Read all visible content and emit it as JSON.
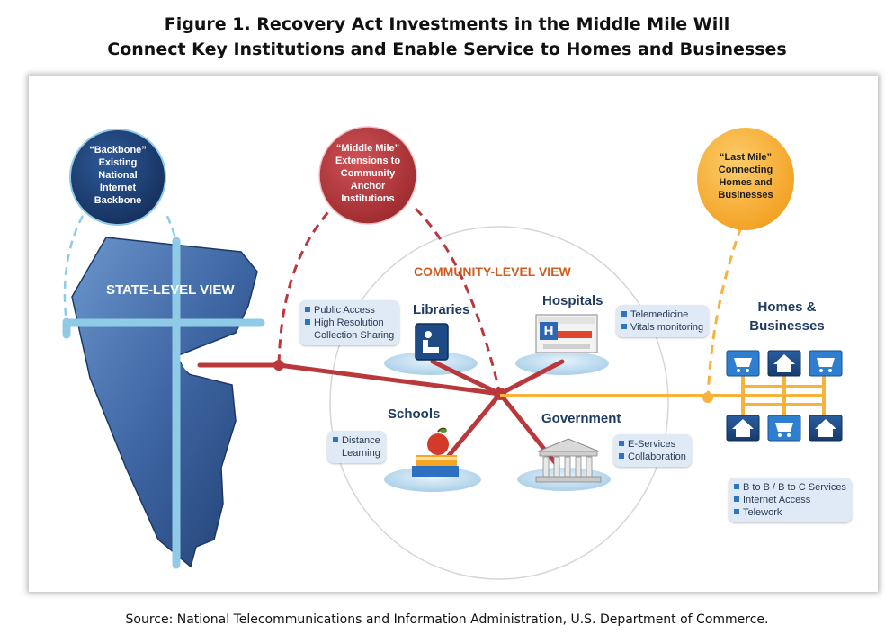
{
  "title": {
    "line1": "Figure 1.  Recovery Act Investments in the Middle Mile Will",
    "line2": "Connect Key Institutions and Enable Service to Homes and Businesses"
  },
  "bubbles": {
    "backbone": [
      "“Backbone”",
      "Existing",
      "National",
      "Internet",
      "Backbone"
    ],
    "middle_mile": [
      "“Middle Mile”",
      "Extensions to",
      "Community",
      "Anchor",
      "Institutions"
    ],
    "last_mile": [
      "“Last Mile”",
      "Connecting",
      "Homes and",
      "Businesses"
    ]
  },
  "views": {
    "state": "STATE-LEVEL VIEW",
    "community": "COMMUNITY-LEVEL VIEW"
  },
  "labels": {
    "libraries": "Libraries",
    "hospitals": "Hospitals",
    "schools": "Schools",
    "government": "Government",
    "homes_line1": "Homes &",
    "homes_line2": "Businesses"
  },
  "infoboxes": {
    "libraries": [
      "Public Access",
      "High Resolution",
      "Collection Sharing"
    ],
    "hospitals": [
      "Telemedicine",
      "Vitals monitoring"
    ],
    "schools": [
      "Distance",
      "Learning"
    ],
    "government": [
      "E-Services",
      "Collaboration"
    ],
    "homes": [
      "B to B / B to C Services",
      "Internet Access",
      "Telework"
    ]
  },
  "icon_text": {
    "hospital_sign": "H"
  },
  "colors": {
    "backbone": "#1f3f73",
    "middle_mile": "#b9383c",
    "last_mile": "#f7b23b",
    "state_shape": "#4c74ad",
    "backbone_lines": "#8fcbe6"
  },
  "source": "Source:  National Telecommunications and Information Administration, U.S. Department of Commerce."
}
